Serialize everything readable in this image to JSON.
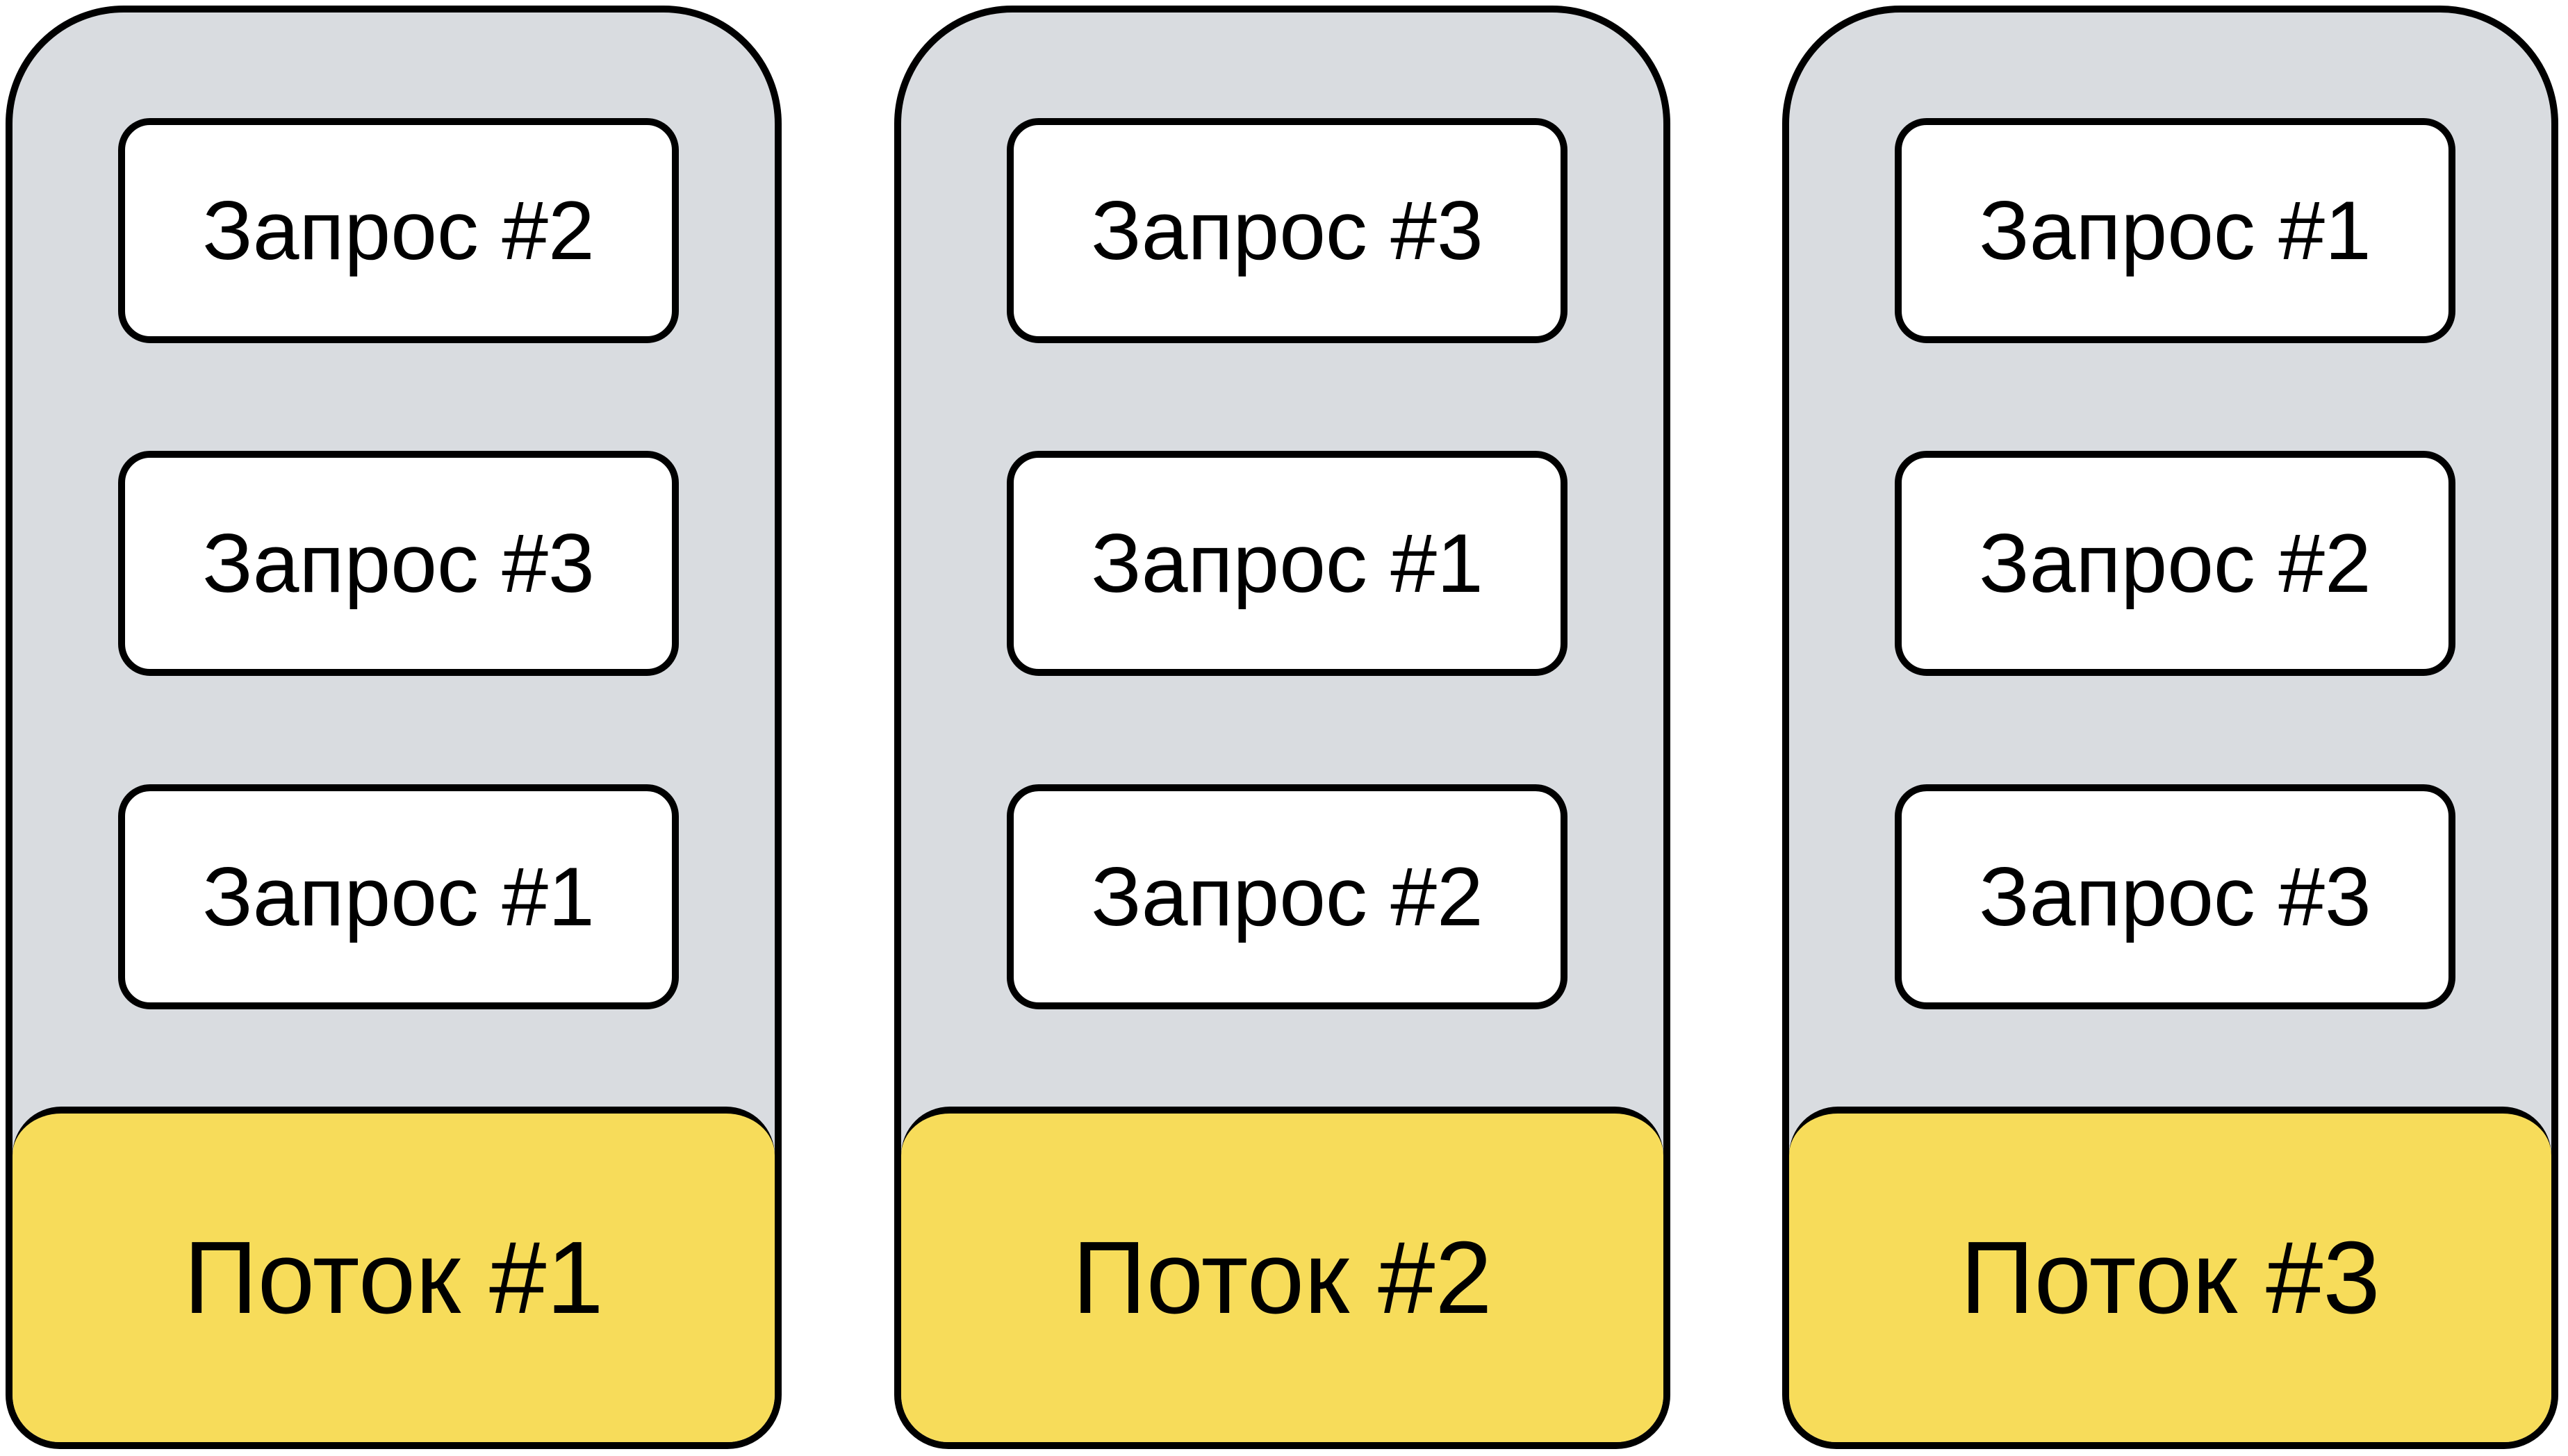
{
  "colors": {
    "column_background": "#d9dce0",
    "request_background": "#ffffff",
    "thread_background": "#f7dc5a",
    "outline": "#000000"
  },
  "threads": [
    {
      "label": "Поток #1",
      "requests": [
        "Запрос #2",
        "Запрос #3",
        "Запрос #1"
      ]
    },
    {
      "label": "Поток #2",
      "requests": [
        "Запрос #3",
        "Запрос #1",
        "Запрос #2"
      ]
    },
    {
      "label": "Поток #3",
      "requests": [
        "Запрос #1",
        "Запрос #2",
        "Запрос #3"
      ]
    }
  ]
}
